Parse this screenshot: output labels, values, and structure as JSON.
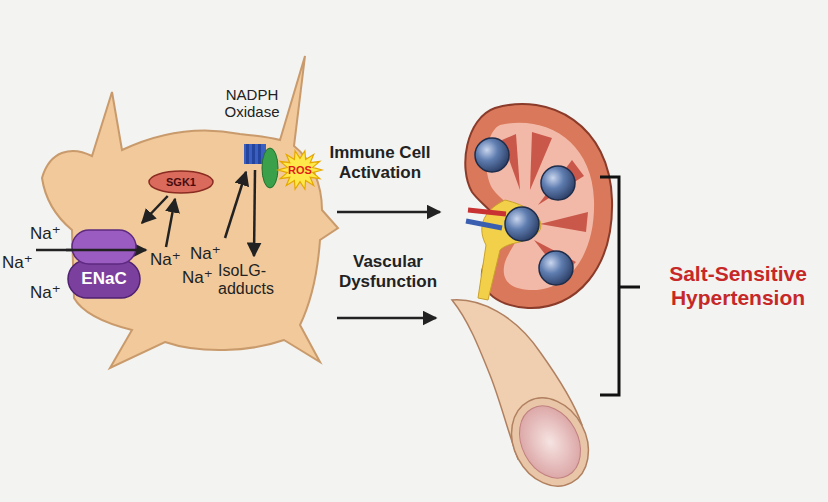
{
  "diagram": {
    "nodes": [
      {
        "text": [
          "Na⁺",
          "Na⁺",
          "Na⁺",
          "IsoLG-adducts"
        ]
      },
      {
        "text": [
          "ENaC"
        ],
        "in": 0
      },
      {
        "text": [
          "SGK1"
        ],
        "in": 0
      },
      {
        "text": [
          "NADPH Oxidase"
        ],
        "in": 0
      },
      {
        "text": [
          "ROS"
        ],
        "in": 0
      }
    ],
    "edges": [
      {
        "from": 2,
        "to": 1,
        "arrow": "to"
      }
    ],
    "labels": [
      "Na⁺",
      "Na⁺",
      "Na⁺",
      "Immune Cell Activation",
      "Vascular Dysfunction",
      "Salt-Sensitive Hypertension"
    ]
  }
}
